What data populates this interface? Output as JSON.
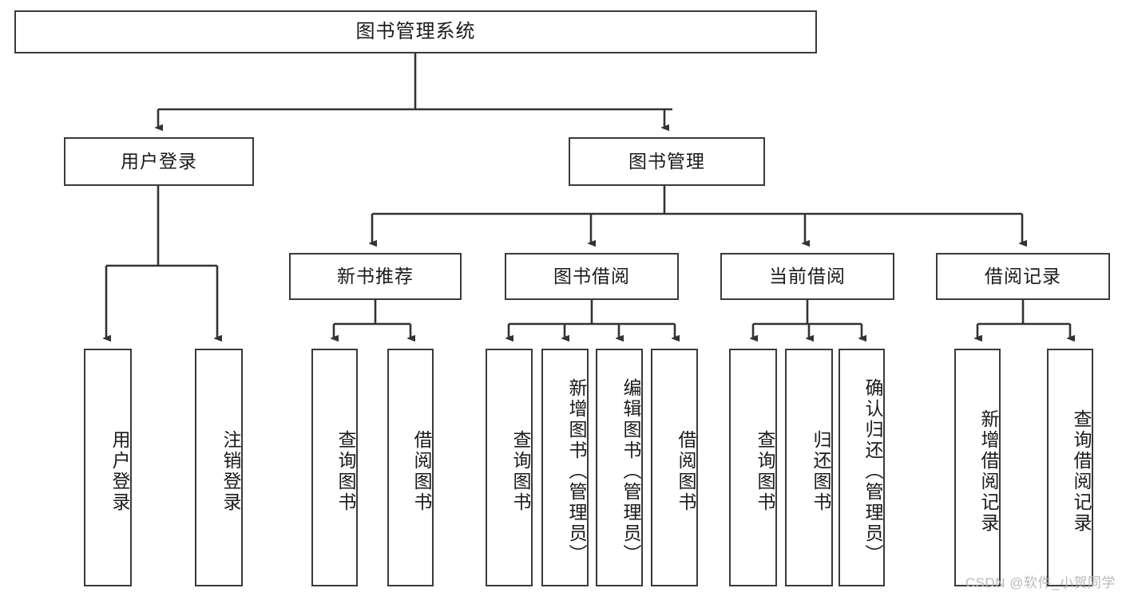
{
  "diagram": {
    "title": "图书管理系统",
    "type": "tree-hierarchy",
    "root": {
      "label": "图书管理系统"
    },
    "level1": [
      {
        "label": "用户登录"
      },
      {
        "label": "图书管理"
      }
    ],
    "level2": [
      {
        "label": "新书推荐",
        "parent": "图书管理"
      },
      {
        "label": "图书借阅",
        "parent": "图书管理"
      },
      {
        "label": "当前借阅",
        "parent": "图书管理"
      },
      {
        "label": "借阅记录",
        "parent": "图书管理"
      }
    ],
    "leaves": {
      "user_login": [
        {
          "label": "用户登录"
        },
        {
          "label": "注销登录"
        }
      ],
      "new_book_recommend": [
        {
          "label": "查询图书"
        },
        {
          "label": "借阅图书"
        }
      ],
      "book_borrow": [
        {
          "label": "查询图书"
        },
        {
          "label": "新增图书（管理员）"
        },
        {
          "label": "编辑图书（管理员）"
        },
        {
          "label": "借阅图书"
        }
      ],
      "current_borrow": [
        {
          "label": "查询图书"
        },
        {
          "label": "归还图书"
        },
        {
          "label": "确认归还（管理员）"
        }
      ],
      "borrow_record": [
        {
          "label": "新增借阅记录"
        },
        {
          "label": "查询借阅记录"
        }
      ]
    }
  },
  "watermark": {
    "text": "CSDN @软件_小贺同学"
  },
  "colors": {
    "border": "#3a3a3a",
    "line": "#333333",
    "background": "#ffffff",
    "text": "#1a1a1a",
    "watermark": "#b9b9b9"
  }
}
